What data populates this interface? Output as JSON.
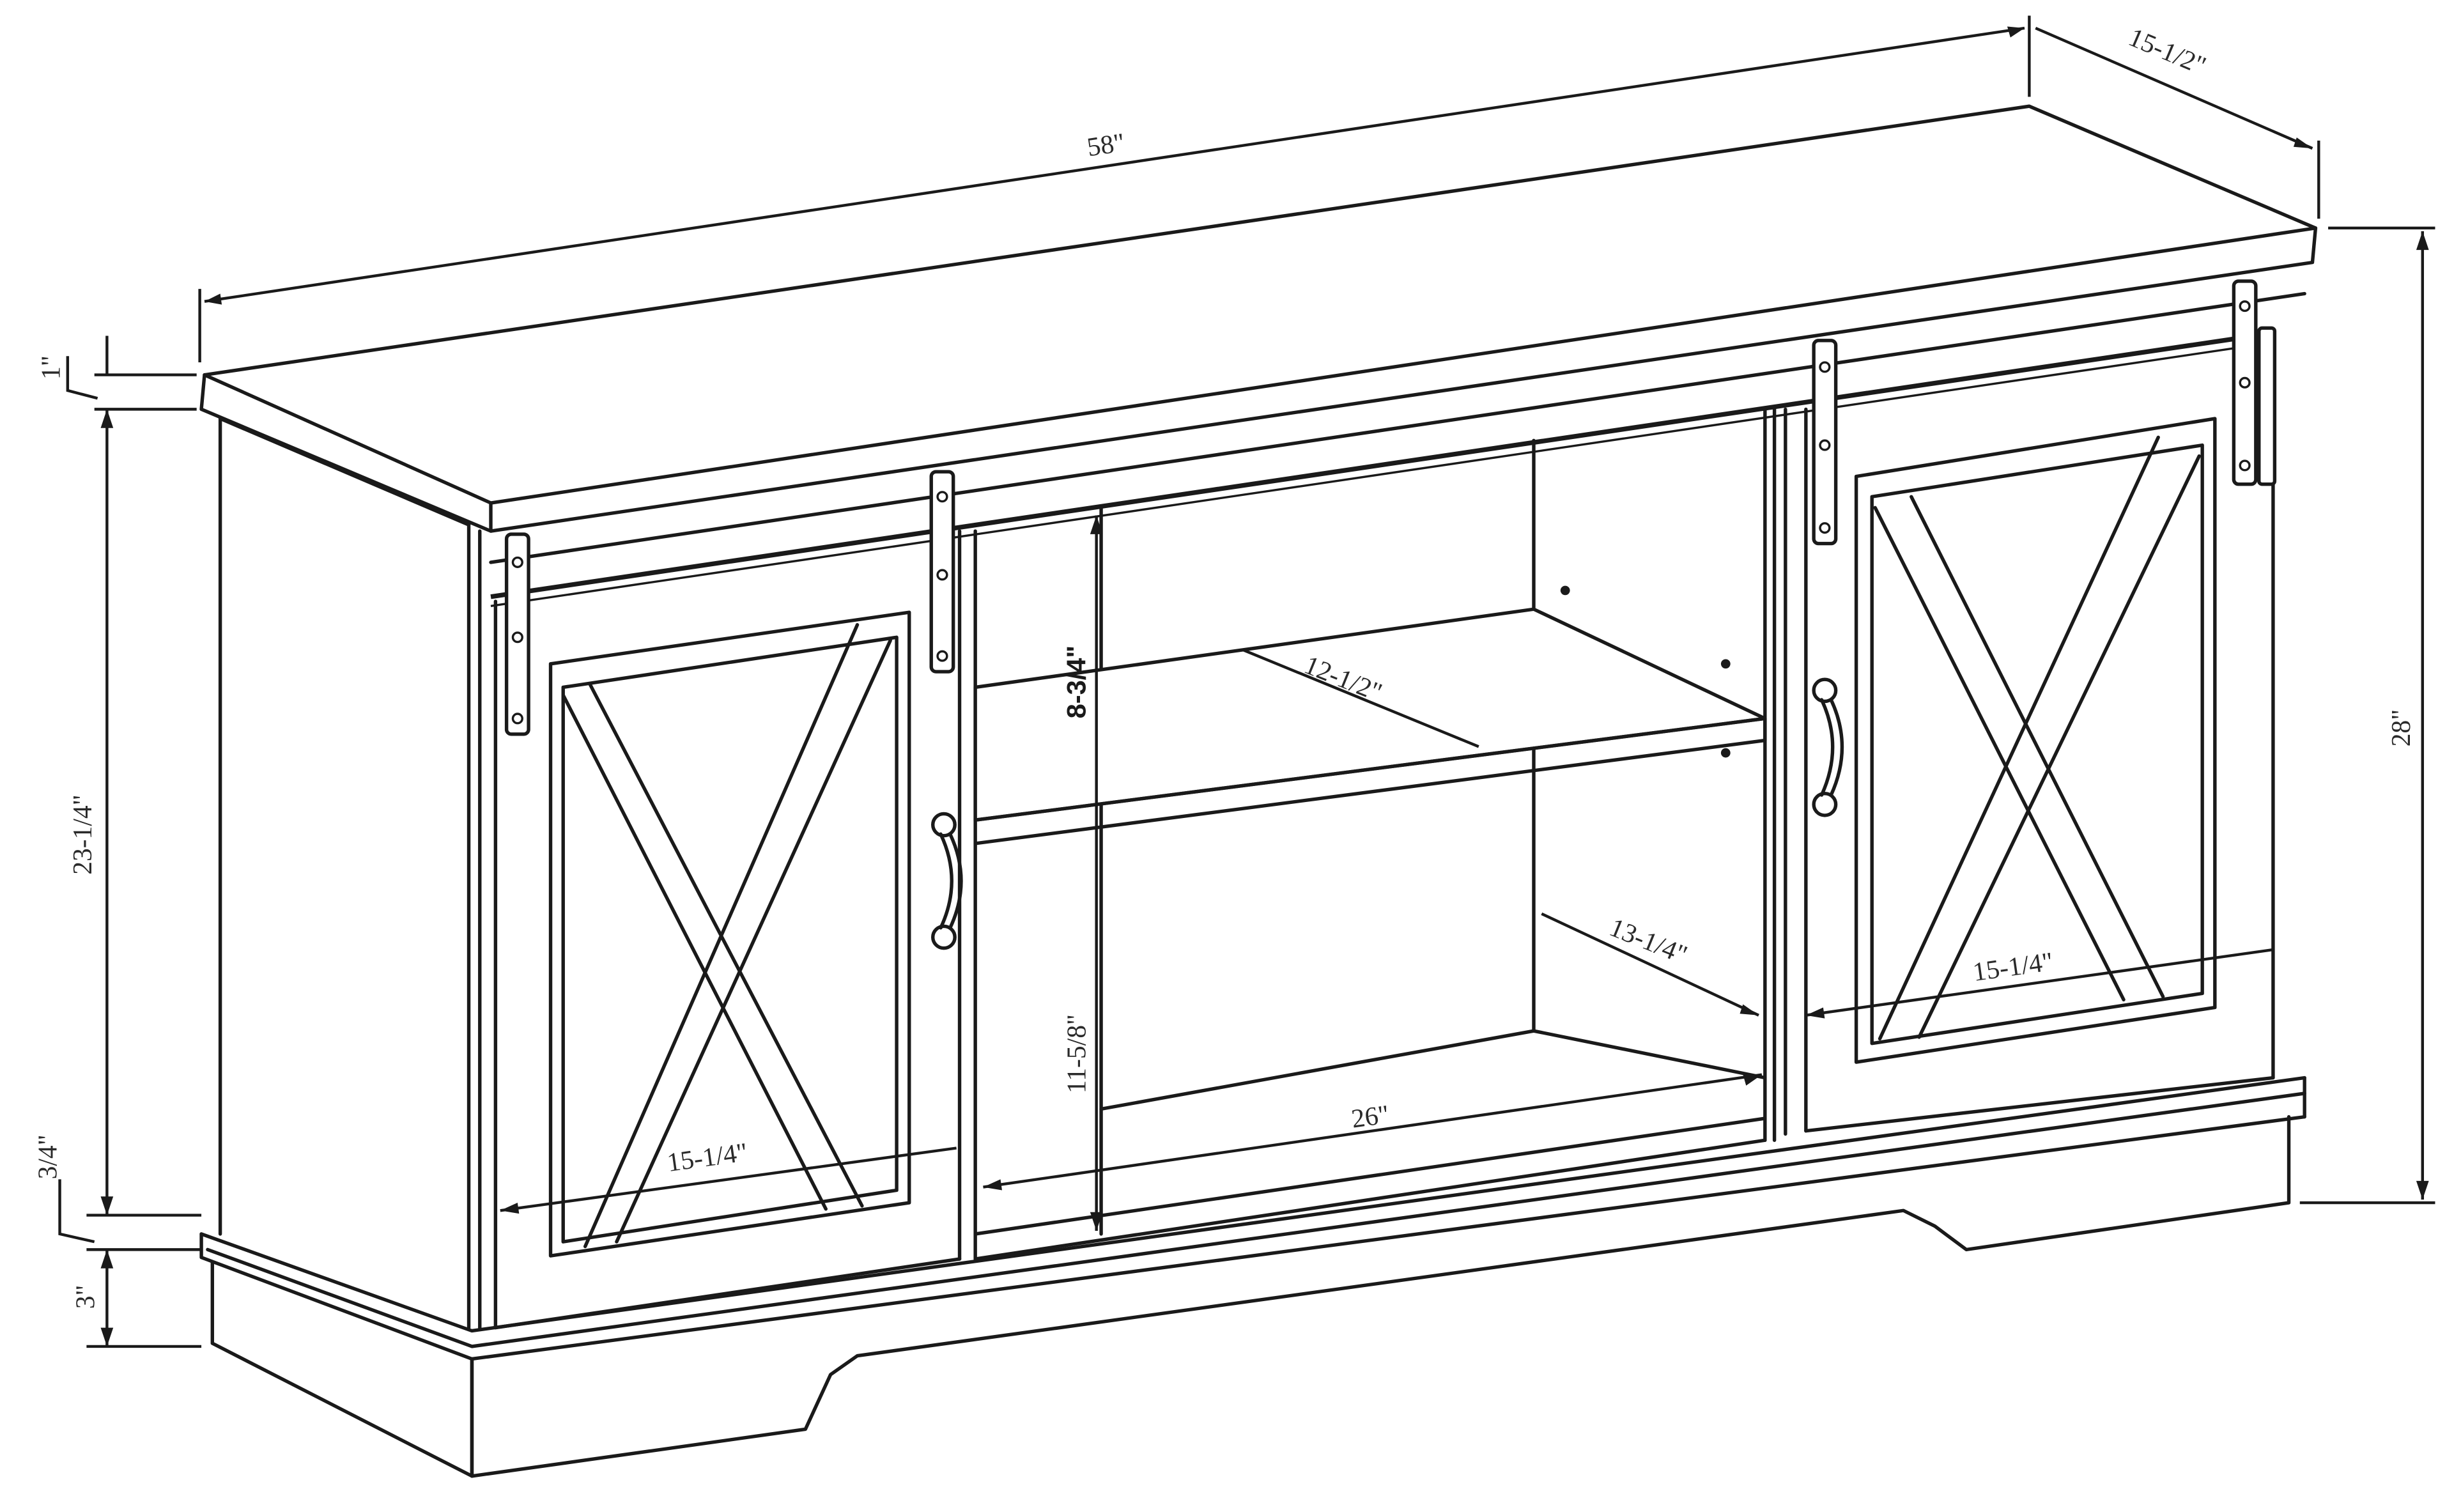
{
  "diagram": {
    "subject": "Sliding barn door TV stand",
    "line_color": "#1a1a1a",
    "background": "#ffffff",
    "dimensions": {
      "overall_width": "58\"",
      "depth": "15-1/2\"",
      "overall_height": "28\"",
      "top_thickness": "1\"",
      "body_height": "23-1/4\"",
      "plinth_trim": "3/4\"",
      "base_height": "3\"",
      "upper_shelf_opening_height": "8-3/4\"",
      "shelf_depth": "12-1/2\"",
      "lower_opening_height": "11-5/8\"",
      "center_opening_width": "26\"",
      "interior_depth": "13-1/4\"",
      "right_cabinet_width": "15-1/4\"",
      "left_cabinet_width": "15-1/4\""
    },
    "components": [
      "tabletop",
      "barn-door-rail",
      "left-sliding-door",
      "right-sliding-door",
      "left-door-handle",
      "right-door-handle",
      "center-open-compartment",
      "adjustable-shelf",
      "base-plinth"
    ]
  }
}
